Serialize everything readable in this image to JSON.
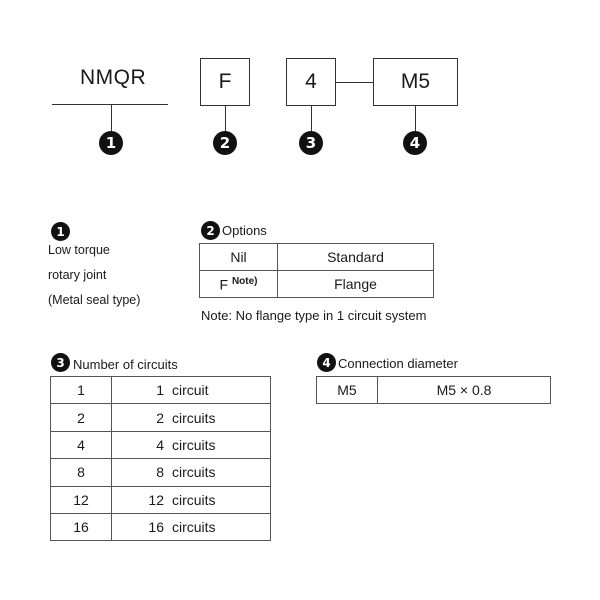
{
  "part_number": {
    "series": "NMQR",
    "option": "F",
    "circuits": "4",
    "connection": "M5",
    "markers": [
      "1",
      "2",
      "3",
      "4"
    ]
  },
  "sec1": {
    "marker": "1",
    "lines": [
      "Low torque",
      "rotary joint",
      "(Metal seal type)"
    ]
  },
  "sec2": {
    "marker": "2",
    "title": "Options",
    "rows": [
      {
        "code": "Nil",
        "desc": "Standard"
      },
      {
        "code": "F",
        "code_sup": "Note)",
        "desc": "Flange"
      }
    ],
    "note": "Note: No flange type in 1 circuit system"
  },
  "sec3": {
    "marker": "3",
    "title": "Number of circuits",
    "rows": [
      {
        "code": "1",
        "num": "1",
        "word": "circuit"
      },
      {
        "code": "2",
        "num": "2",
        "word": "circuits"
      },
      {
        "code": "4",
        "num": "4",
        "word": "circuits"
      },
      {
        "code": "8",
        "num": "8",
        "word": "circuits"
      },
      {
        "code": "12",
        "num": "12",
        "word": "circuits"
      },
      {
        "code": "16",
        "num": "16",
        "word": "circuits"
      }
    ]
  },
  "sec4": {
    "marker": "4",
    "title": "Connection diameter",
    "rows": [
      {
        "code": "M5",
        "desc": "M5 × 0.8"
      }
    ]
  }
}
